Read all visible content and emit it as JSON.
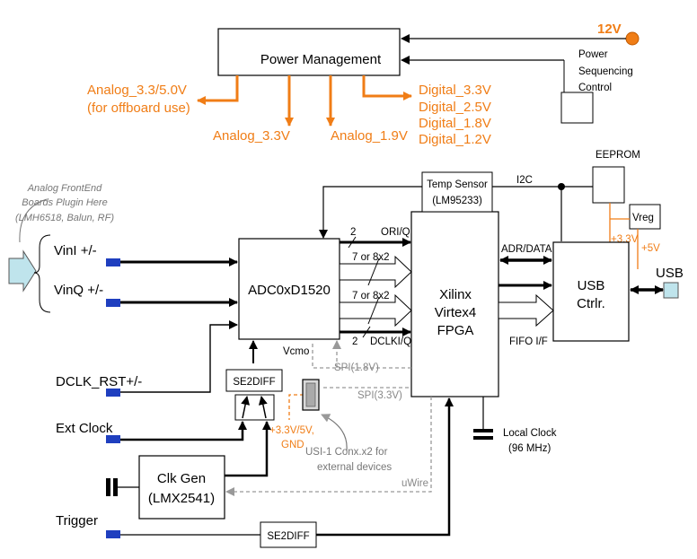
{
  "colors": {
    "orange": "#f07d16",
    "black": "#000000",
    "gray": "#888888",
    "connector_blue": "#1f3fbf",
    "usb_fill": "#bfe4ec",
    "analog_input_fill": "#bfe4ec"
  },
  "power": {
    "input_label": "12V",
    "block_label": "Power Management",
    "sequencing_label": [
      "Power",
      "Sequencing",
      "Control"
    ],
    "rails": {
      "analog_offboard": [
        "Analog_3.3/5.0V",
        "(for offboard use)"
      ],
      "analog_33": "Analog_3.3V",
      "analog_19": "Analog_1.9V",
      "digital": [
        "Digital_3.3V",
        "Digital_2.5V",
        "Digital_1.8V",
        "Digital_1.2V"
      ]
    }
  },
  "frontend": {
    "note": [
      "Analog FrontEnd",
      "Boards Plugin Here",
      "(LMH6518, Balun, RF)"
    ],
    "vini": "VinI +/-",
    "vinq": "VinQ +/-"
  },
  "blocks": {
    "adc": "ADC0xD1520",
    "fpga": [
      "Xilinx",
      "Virtex4",
      "FPGA"
    ],
    "temp": [
      "Temp Sensor",
      "(LM95233)"
    ],
    "eeprom": "EEPROM",
    "vreg": "Vreg",
    "usb_ctrl": [
      "USB",
      "Ctrlr."
    ],
    "se2diff_top": "SE2DIFF",
    "clkgen": [
      "Clk Gen",
      "(LMX2541)"
    ],
    "se2diff_bottom": "SE2DIFF"
  },
  "signals": {
    "i2c": "I2C",
    "ori_count": "2",
    "ori": "ORI/Q",
    "bus1": "7 or 8x2",
    "bus2": "7 or 8x2",
    "dclki_count": "2",
    "dclki": "DCLKI/Q",
    "vcmo": "Vcmo",
    "spi18": "SPI(1.8V)",
    "spi33": "SPI(3.3V)",
    "adr_data": "ADR/DATA",
    "fifo": "FIFO I/F",
    "v33": "+3.3V",
    "v5": "+5V",
    "usb": "USB",
    "local_clock": [
      "Local Clock",
      "(96 MHz)"
    ],
    "uwire": "uWire",
    "usi": [
      "USI-1 Conx.x2  for",
      "external devices"
    ],
    "supply": [
      "+3.3V/5V,",
      "GND"
    ]
  },
  "inputs": {
    "dclk_rst": "DCLK_RST+/-",
    "ext_clock": "Ext Clock",
    "trigger": "Trigger"
  }
}
